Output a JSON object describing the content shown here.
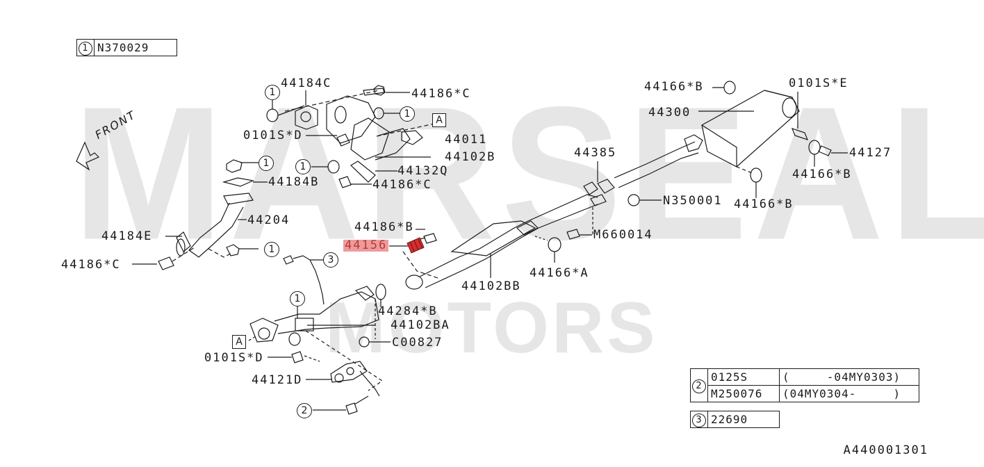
{
  "diagram": {
    "title": "Exhaust system parts diagram",
    "watermark": {
      "line1": "MARSEAL",
      "line2": "MOTORS",
      "color": "#e6e6e6"
    },
    "direction_label": "FRONT",
    "highlight_color": "#ef9a9a",
    "highlight_text_color": "#b33a3a",
    "reference_code": "A440001301"
  },
  "legend_top": {
    "ref": "1",
    "part": "N370029"
  },
  "legend_bottom": {
    "ref2": {
      "ref": "2",
      "rows": [
        {
          "part": "0125S",
          "range": "(     -04MY0303)"
        },
        {
          "part": "M250076",
          "range": "(04MY0304-     )"
        }
      ]
    },
    "ref3": {
      "ref": "3",
      "part": "22690"
    }
  },
  "callouts": {
    "c1": "1",
    "c2": "2",
    "c3": "3",
    "boxA": "A"
  },
  "parts": {
    "p44184C": "44184C",
    "p44186C_top": "44186*C",
    "p0101SD_top": "0101S*D",
    "p44011": "44011",
    "p44102B": "44102B",
    "p44132Q": "44132Q",
    "p44186C_mid": "44186*C",
    "p44184B": "44184B",
    "p44204": "44204",
    "p44184E": "44184E",
    "p44186C_left": "44186*C",
    "p44186B": "44186*B",
    "p44156": "44156",
    "p44102BB": "44102BB",
    "p44166A": "44166*A",
    "pM660014": "M660014",
    "p44385": "44385",
    "pN350001": "N350001",
    "p44166B_top": "44166*B",
    "p44300": "44300",
    "p0101SE": "0101S*E",
    "p44127": "44127",
    "p44166B_right": "44166*B",
    "p44166B_mid": "44166*B",
    "p44284B": "44284*B",
    "p44102BA": "44102BA",
    "pC00827": "C00827",
    "p0101SD_bottom": "0101S*D",
    "p44121D": "44121D"
  }
}
